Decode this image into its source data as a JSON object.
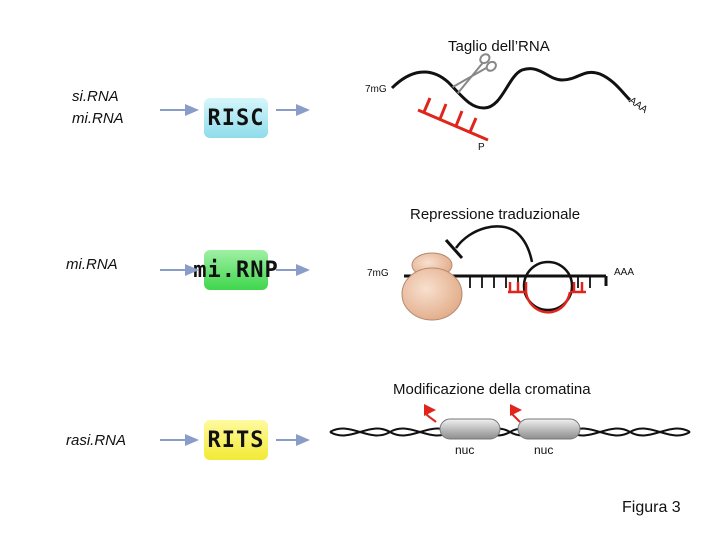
{
  "rows": [
    {
      "inputs": [
        "si.RNA",
        "mi.RNA"
      ],
      "complex": "RISC",
      "complex_color": "#9fe3ee",
      "process": "Taglio dell’RNA",
      "labels": {
        "cap": "7mG",
        "tail": "AAA"
      }
    },
    {
      "inputs": [
        "mi.RNA"
      ],
      "complex": "mi.RNP",
      "complex_color": "#4fdc5a",
      "process": "Repressione traduzionale",
      "labels": {
        "cap": "7mG",
        "tail": "AAA"
      }
    },
    {
      "inputs": [
        "rasi.RNA"
      ],
      "complex": "RITS",
      "complex_color": "#f5f04a",
      "process": "Modificazione della cromatina",
      "labels": {
        "nuc1": "nuc",
        "nuc2": "nuc"
      }
    }
  ],
  "figure_label": "Figura 3",
  "colors": {
    "arrow": "#8a9cc8",
    "red": "#e0261c",
    "ribosome": "#eab89a",
    "nucleosome": "#c9c9c9"
  }
}
